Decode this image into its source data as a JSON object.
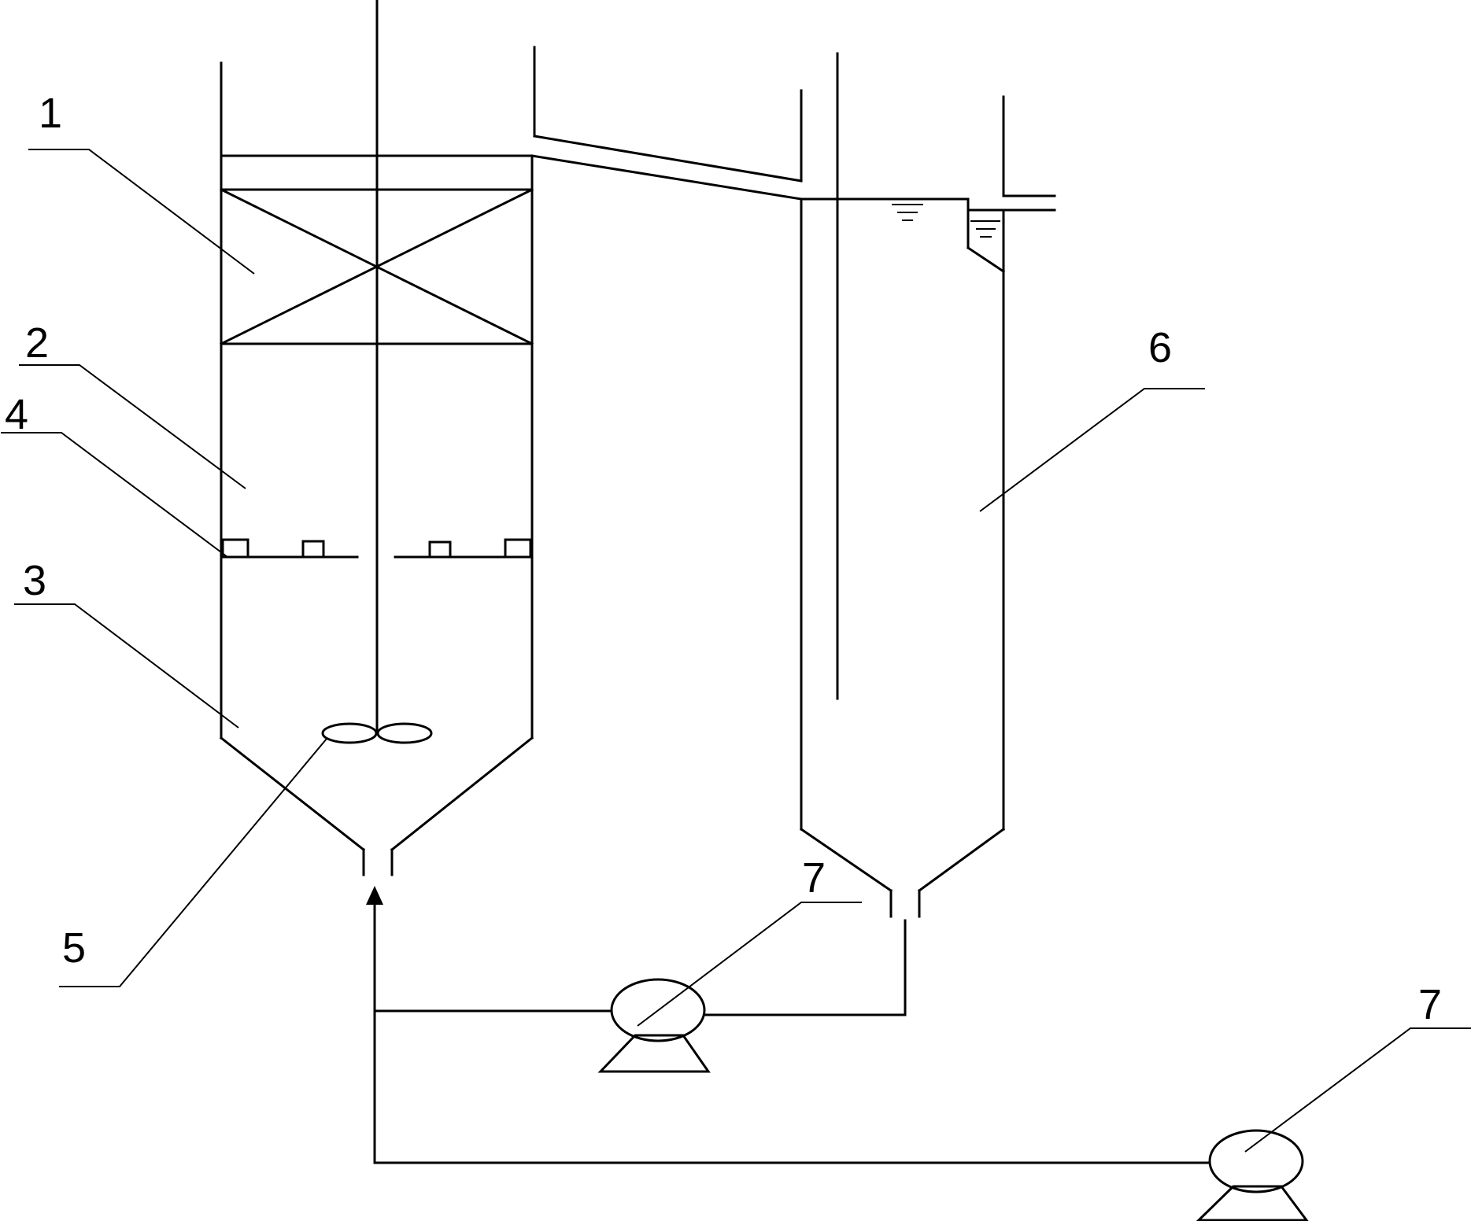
{
  "labels": {
    "l1": "1",
    "l2": "2",
    "l3": "3",
    "l4": "4",
    "l5": "5",
    "l6": "6",
    "l7a": "7",
    "l7b": "7"
  },
  "colors": {
    "line": "#000000",
    "background": "#ffffff"
  }
}
